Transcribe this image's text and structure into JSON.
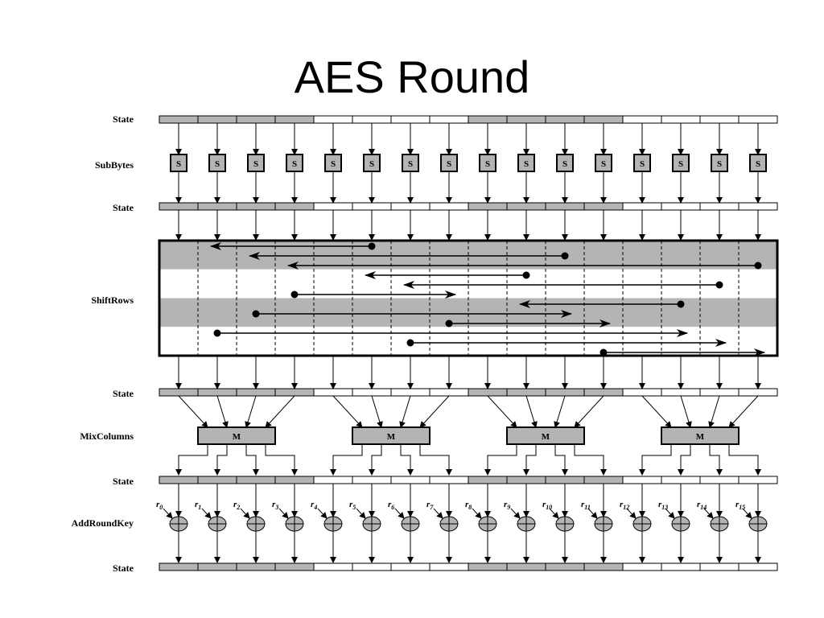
{
  "title": "AES Round",
  "labels": {
    "state": "State",
    "subbytes": "SubBytes",
    "shiftrows": "ShiftRows",
    "mixcolumns": "MixColumns",
    "addroundkey": "AddRoundKey"
  },
  "sbox_label": "S",
  "mix_label": "M",
  "round_keys": [
    "r0",
    "r1",
    "r2",
    "r3",
    "r4",
    "r5",
    "r6",
    "r7",
    "r8",
    "r9",
    "r10",
    "r11",
    "r12",
    "r13",
    "r14",
    "r15"
  ],
  "shaded_cells": [
    0,
    1,
    2,
    3,
    8,
    9,
    10,
    11
  ],
  "shiftrows_arrows": [
    {
      "from": 5,
      "to": 1
    },
    {
      "from": 10,
      "to": 2
    },
    {
      "from": 15,
      "to": 3
    },
    {
      "from": 9,
      "to": 5
    },
    {
      "from": 14,
      "to": 6
    },
    {
      "from": 3,
      "to": 7
    },
    {
      "from": 13,
      "to": 9
    },
    {
      "from": 2,
      "to": 10
    },
    {
      "from": 7,
      "to": 11
    },
    {
      "from": 1,
      "to": 13
    },
    {
      "from": 6,
      "to": 14
    },
    {
      "from": 11,
      "to": 15
    }
  ],
  "colors": {
    "shaded": "#b4b4b4",
    "line": "#000000",
    "white": "#ffffff"
  }
}
